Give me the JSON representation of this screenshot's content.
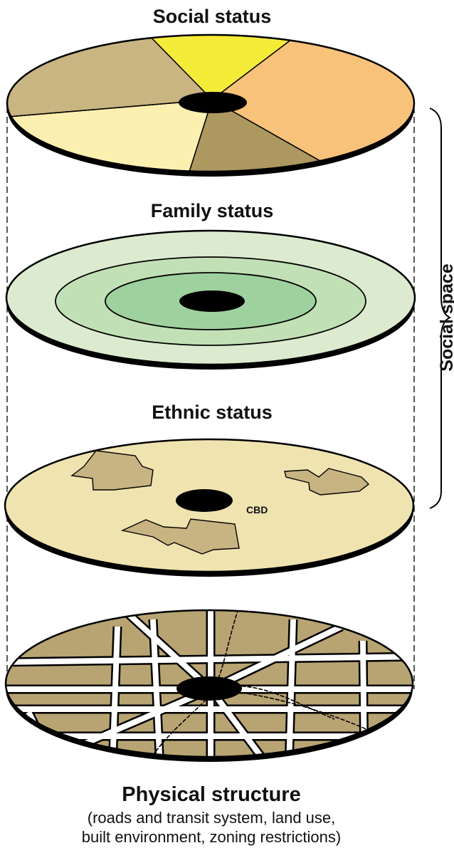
{
  "layers": {
    "social": {
      "title": "Social status"
    },
    "family": {
      "title": "Family status"
    },
    "ethnic": {
      "title": "Ethnic status",
      "cbd_label": "CBD"
    },
    "physical": {
      "title": "Physical structure",
      "subtitle_line1": "(roads and transit system, land use,",
      "subtitle_line2": "built environment, zoning restrictions)"
    }
  },
  "bracket_label": "Social space",
  "colors": {
    "outline": "#000000",
    "social_yellow": "#f5ec3a",
    "social_orange": "#f9c27a",
    "social_tan": "#c9b582",
    "social_cream": "#fbf0b0",
    "social_dark": "#ad9860",
    "family_outer": "#dcebcf",
    "family_middle": "#c2e0b6",
    "family_inner": "#9fd19e",
    "ethnic_plate": "#efe3b0",
    "ethnic_blob": "#c8b383",
    "physical_plate": "#b8a473"
  }
}
